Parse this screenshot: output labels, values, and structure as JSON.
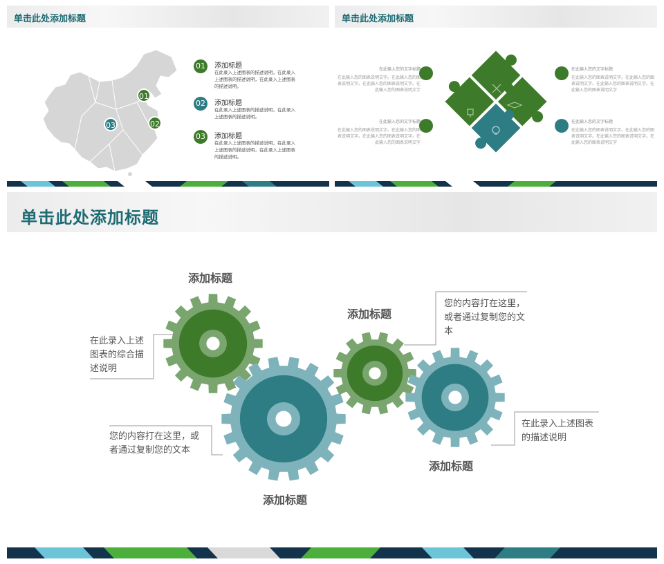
{
  "colors": {
    "title_teal": "#1e6b73",
    "green_dark": "#3d7a2a",
    "green_light": "#7aa56e",
    "teal_dark": "#2e7d84",
    "teal_light": "#7fb3bb",
    "map_gray": "#d6d6d6"
  },
  "slide1": {
    "title": "单击此处添加标题",
    "map_markers": [
      "01",
      "02",
      "03"
    ],
    "items": [
      {
        "num": "01",
        "title": "添加标题",
        "desc": "在此录入上述图表的描述说明，在此录入上述图表的描述说明，在此录入上述图表的描述说明。",
        "color": "#3d7a2a"
      },
      {
        "num": "02",
        "title": "添加标题",
        "desc": "在此录入上述图表的描述说明，在此录入上述图表的描述说明。",
        "color": "#2e7d84"
      },
      {
        "num": "03",
        "title": "添加标题",
        "desc": "在此录入上述图表的描述说明，在此录入上述图表的描述说明，在此录入上述图表的描述说明。",
        "color": "#3d7a2a"
      }
    ]
  },
  "slide2": {
    "title": "单击此处添加标题",
    "blocks": [
      {
        "title": "在此输入您的文字标题",
        "desc": "在此输入您的图表说明文字。在此输入您的图表说明文字。在此输入您的图表说明文字。在此输入您的图表说明文字"
      },
      {
        "title": "在此输入您的文字标题",
        "desc": "在此输入您的图表说明文字。在此输入您的图表说明文字。在此输入您的图表说明文字。在此输入您的图表说明文字"
      },
      {
        "title": "在此输入您的文字标题",
        "desc": "在此输入您的图表说明文字。在此输入您的图表说明文字。在此输入您的图表说明文字。在此输入您的图表说明文字"
      },
      {
        "title": "在此输入您的文字标题",
        "desc": "在此输入您的图表说明文字。在此输入您的图表说明文字。在此输入您的图表说明文字。在此输入您的图表说明文字"
      }
    ],
    "icons": [
      "tools-icon",
      "trophy-icon",
      "stack-icon",
      "bulb-icon"
    ]
  },
  "slide3": {
    "title": "单击此处添加标题",
    "gear_titles": [
      "添加标题",
      "添加标题",
      "添加标题",
      "添加标题"
    ],
    "descs": [
      "在此录入上述图表的综合描述说明",
      "您的内容打在这里，或者通过复制您的文本",
      "您的内容打在这里，或者通过复制您的文本",
      "在此录入上述图表的描述说明"
    ]
  }
}
